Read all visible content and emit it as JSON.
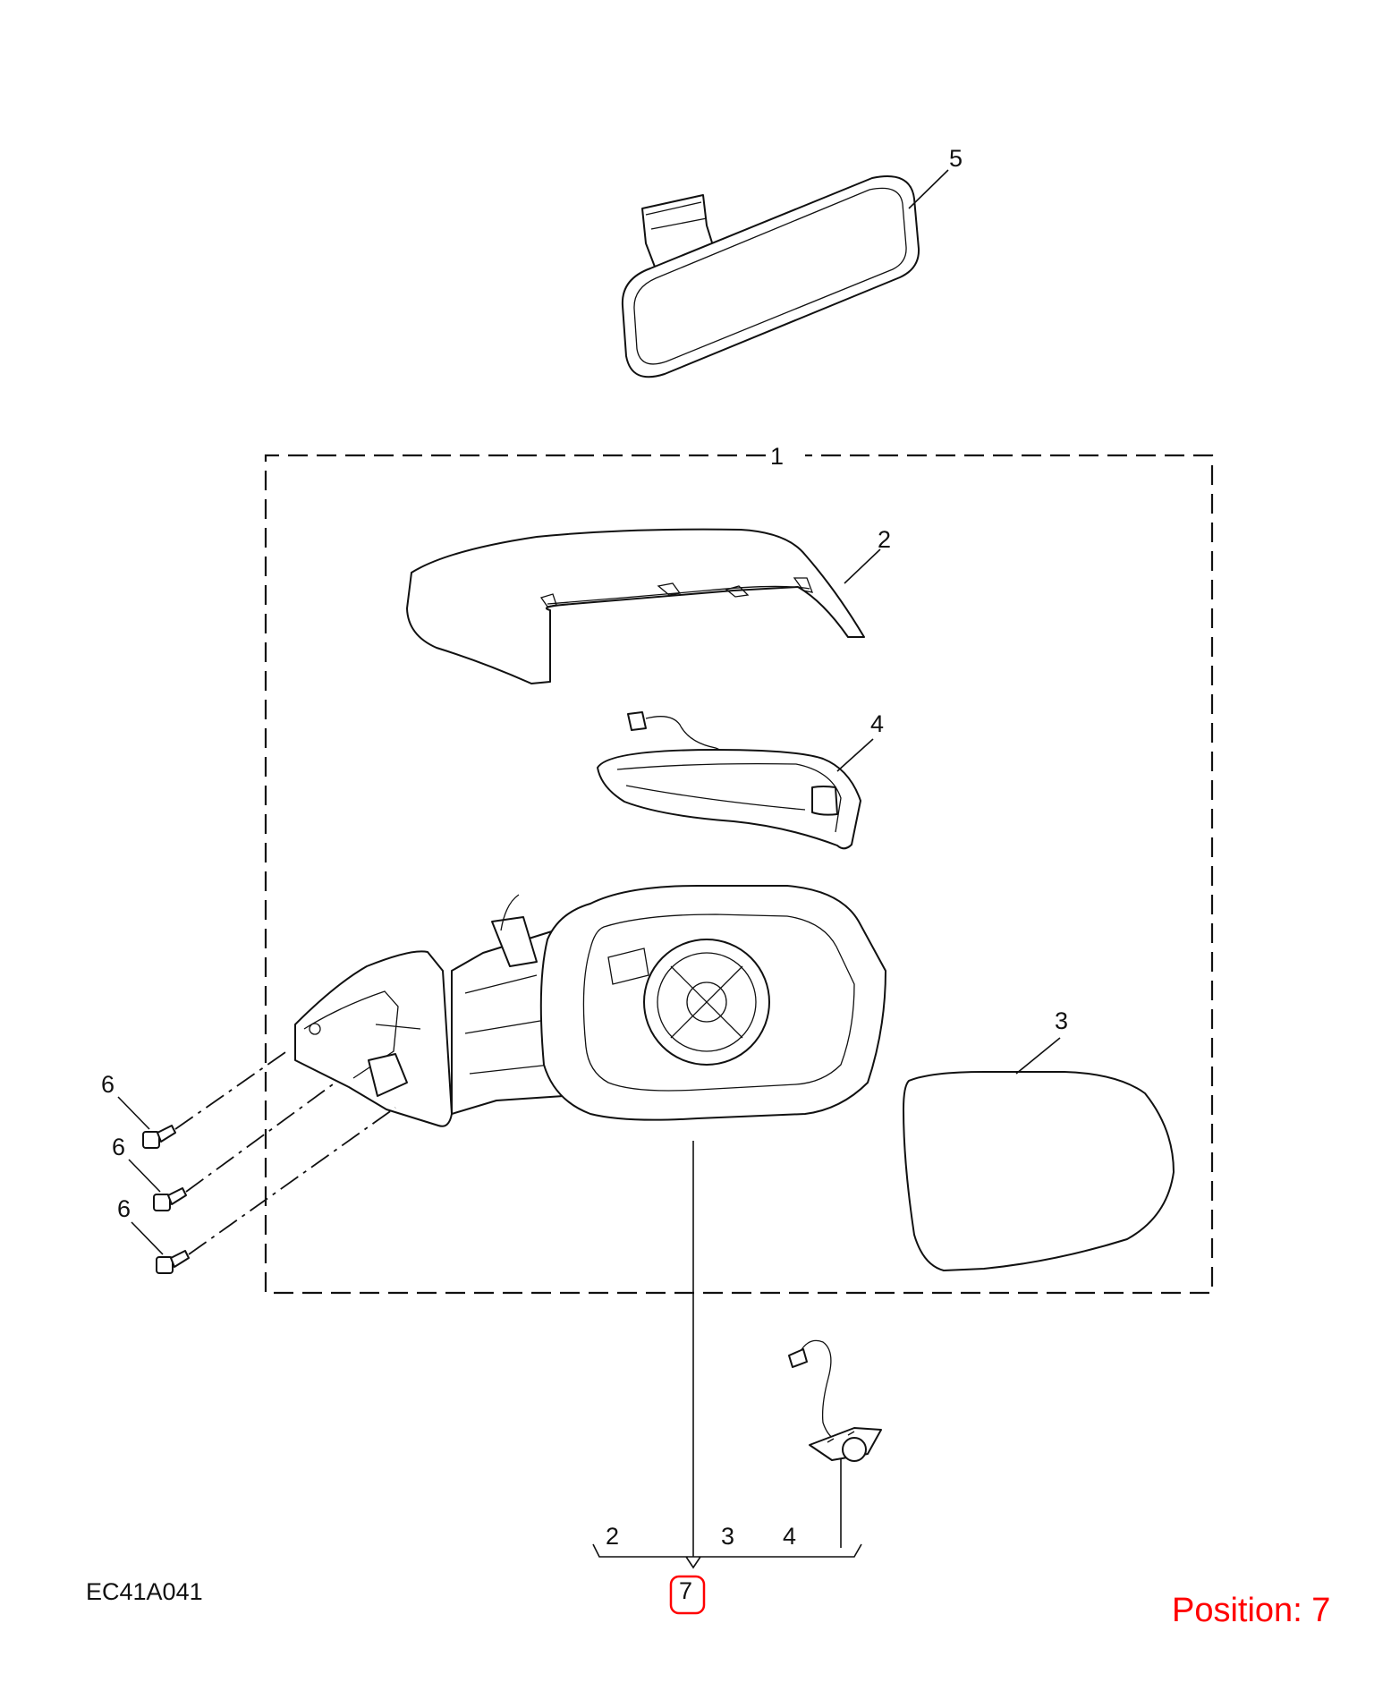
{
  "diagram": {
    "code": "EC41A041",
    "position_label": "Position: 7",
    "accent_color": "#ff0000",
    "callouts": {
      "kit": "1",
      "cover": "2",
      "glass": "3",
      "indicator": "4",
      "interior_mirror": "5",
      "screw": "6",
      "assembly": "7"
    },
    "bracket_labels": [
      "2",
      "3",
      "4"
    ]
  }
}
